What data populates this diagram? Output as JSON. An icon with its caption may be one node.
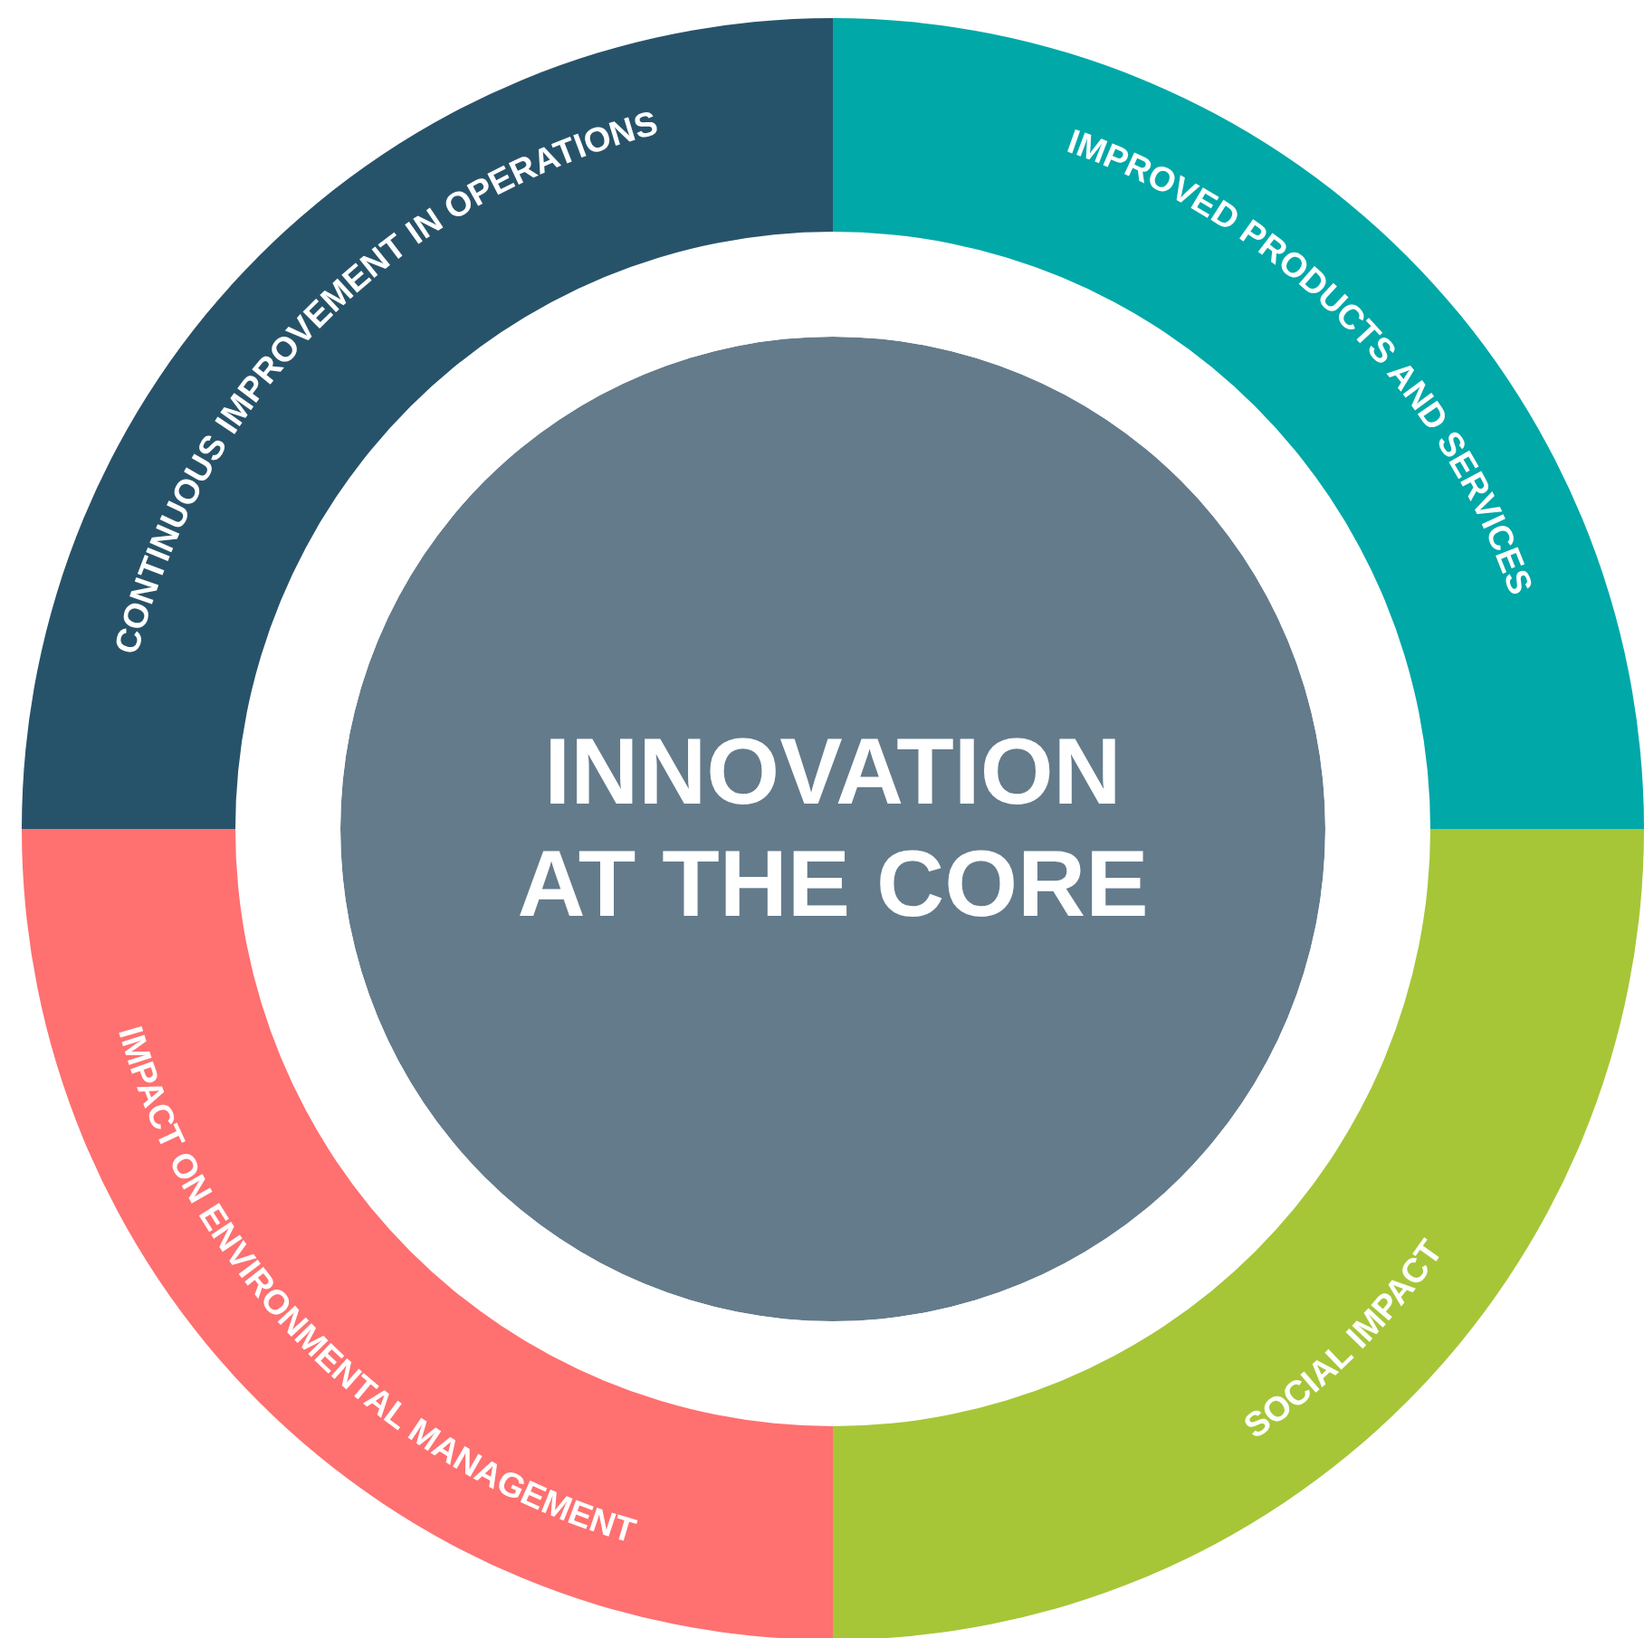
{
  "diagram": {
    "nodes": [
      {
        "text": [
          "INNOVATION AT THE CORE"
        ]
      },
      {
        "text": [
          "CONTINUOUS IMPROVEMENT IN OPERATIONS"
        ]
      },
      {
        "text": [
          "IMPROVED PRODUCTS AND SERVICES"
        ]
      },
      {
        "text": [
          "IMPACT ON ENVIRONMENTAL MANAGEMENT"
        ]
      },
      {
        "text": [
          "SOCIAL IMPACT"
        ]
      }
    ]
  }
}
